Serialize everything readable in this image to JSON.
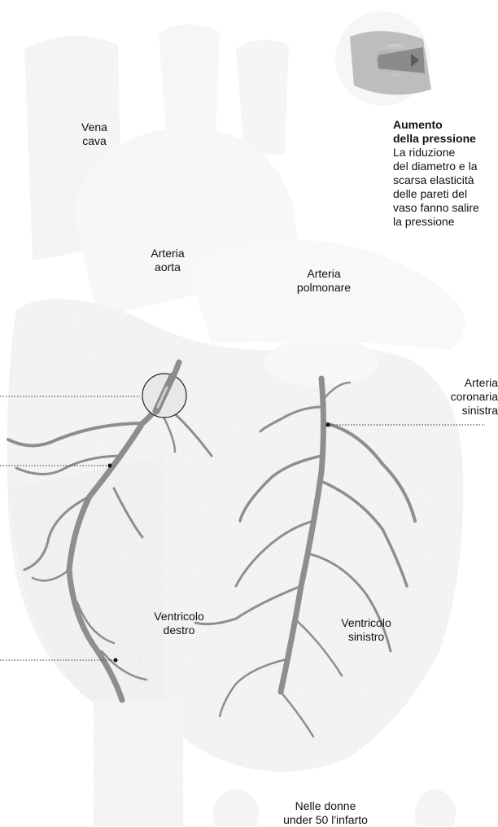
{
  "labels": {
    "vena_cava": [
      "Vena",
      "cava"
    ],
    "arteria_aorta": [
      "Arteria",
      "aorta"
    ],
    "arteria_polmonare": [
      "Arteria",
      "polmonare"
    ],
    "arteria_coronaria_sinistra": [
      "Arteria",
      "coronaria",
      "sinistra"
    ],
    "ventricolo_destro": [
      "Ventricolo",
      "destro"
    ],
    "ventricolo_sinistro": [
      "Ventricolo",
      "sinistro"
    ]
  },
  "callout": {
    "title": [
      "Aumento",
      "della pressione"
    ],
    "body": [
      "La riduzione",
      "del diametro e la",
      "scarsa elasticità",
      "delle pareti del",
      "vaso fanno salire",
      "la pressione"
    ]
  },
  "footer": [
    "Nelle donne",
    "under 50 l'infarto"
  ],
  "colors": {
    "heart_fill": "#d8d8d8",
    "vessel_fill": "#e4e4e4",
    "artery_stroke": "#8e8e8e",
    "text": "#111111"
  }
}
